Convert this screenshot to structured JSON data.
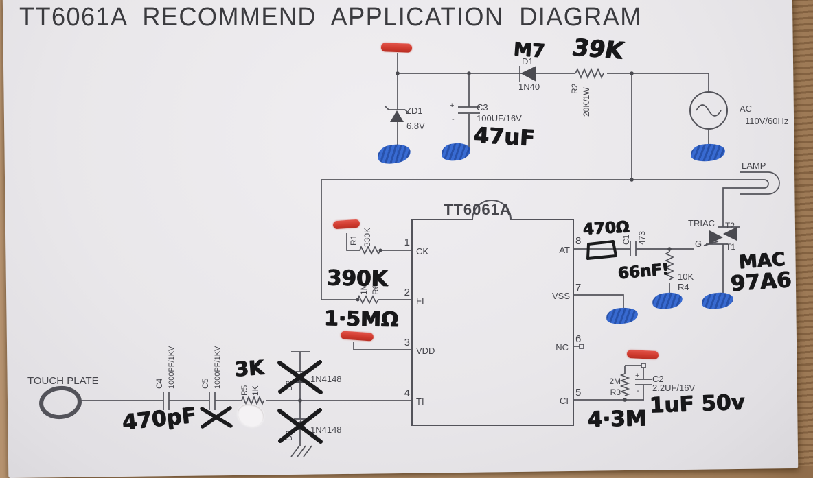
{
  "title": "TT6061A RECOMMEND APPLICATION DIAGRAM",
  "colors": {
    "paper": "#e9e7ea",
    "cardboard": "#b08d69",
    "printed_ink": "#53535a",
    "marker_black": "#18181a",
    "marker_red": "#cf3a2e",
    "marker_blue": "#2a5fd0"
  },
  "ic": {
    "name": "TT6061A",
    "pins": [
      {
        "num": "1",
        "label": "CK"
      },
      {
        "num": "2",
        "label": "FI"
      },
      {
        "num": "3",
        "label": "VDD"
      },
      {
        "num": "4",
        "label": "TI"
      },
      {
        "num": "5",
        "label": "CI"
      },
      {
        "num": "6",
        "label": "NC"
      },
      {
        "num": "7",
        "label": "VSS"
      },
      {
        "num": "8",
        "label": "AT"
      }
    ]
  },
  "components": {
    "zd1": {
      "ref": "ZD1",
      "value": "6.8V"
    },
    "c3": {
      "ref": "C3",
      "value": "100UF/16V",
      "plus": "+",
      "minus": "-"
    },
    "d1": {
      "ref": "D1",
      "value": "1N40"
    },
    "r2": {
      "ref": "R2",
      "value": "20K/1W"
    },
    "ac": {
      "label": "AC",
      "value": "110V/60Hz"
    },
    "lamp": {
      "label": "LAMP"
    },
    "triac": {
      "label": "TRIAC",
      "t2": "T2",
      "t1": "T1",
      "g": "G"
    },
    "c1": {
      "ref": "C1",
      "value": "473"
    },
    "r4": {
      "ref": "R4",
      "value": "10K"
    },
    "r1": {
      "ref": "R1",
      "value": "330K"
    },
    "r6": {
      "ref": "R6",
      "value": "1M"
    },
    "r3": {
      "ref": "R3",
      "value": "2M"
    },
    "c2": {
      "ref": "C2",
      "value": "2.2UF/16V",
      "plus": "+",
      "minus": "-"
    },
    "touch": {
      "label": "TOUCH PLATE"
    },
    "c4": {
      "ref": "C4",
      "value": "1000PF/1KV"
    },
    "c5": {
      "ref": "C5",
      "value": "1000PF/1KV"
    },
    "r5": {
      "ref": "R5",
      "value": "1K"
    },
    "d2": {
      "ref": "D2",
      "value": "1N4148"
    },
    "d3": {
      "ref": "D3",
      "value": "1N4148"
    }
  },
  "annotations": {
    "d1_part": "M7",
    "r2_value": "39K",
    "c3_value": "47uF",
    "r1_value": "390K",
    "r6_value": "1·5MΩ",
    "c1_ohm": "470Ω",
    "c1_value": "66nF!",
    "triac_part_1": "MAC",
    "triac_part_2": "97A6",
    "r3_value": "4·3M",
    "c2_value": "1uF 50v",
    "c4_value": "470pF",
    "r5_value": "3K"
  }
}
